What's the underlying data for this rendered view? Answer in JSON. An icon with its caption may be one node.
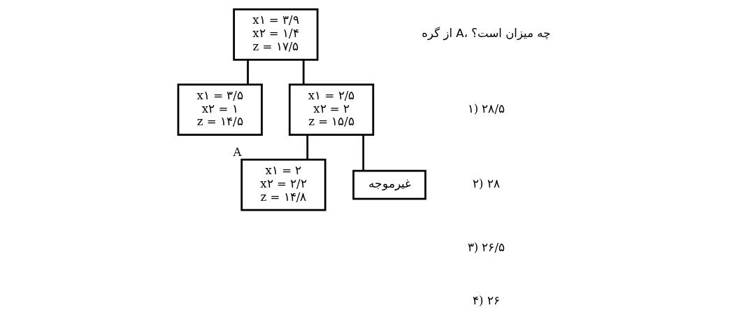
{
  "diagram": {
    "nodes": [
      {
        "text": [
          "x۱ = ۳/۹",
          "x۲ = ۱/۴",
          "z = ۱۷/۵"
        ]
      },
      {
        "text": [
          "x۱ = ۳/۵",
          "x۲ = ۱",
          "z = ۱۴/۵"
        ]
      },
      {
        "text": [
          "x۱ = ۲/۵",
          "x۲ = ۲",
          "z = ۱۵/۵"
        ]
      },
      {
        "text": [
          "x۱ = ۲",
          "x۲ = ۲/۲",
          "z = ۱۴/۸"
        ],
        "beside": [
          "A"
        ]
      },
      {
        "text": [
          "غیرموجه"
        ]
      }
    ],
    "edges": [
      {
        "from": 0,
        "to": 1,
        "arrow": "none"
      },
      {
        "from": 0,
        "to": 2,
        "arrow": "none"
      },
      {
        "from": 2,
        "to": 3,
        "arrow": "none"
      },
      {
        "from": 2,
        "to": 4,
        "arrow": "none"
      }
    ],
    "labels": [
      "از گره A، چه میزان است؟",
      "۱) ۲۸/۵",
      "۲) ۲۸",
      "۳) ۲۶/۵",
      "۴) ۲۶"
    ]
  }
}
